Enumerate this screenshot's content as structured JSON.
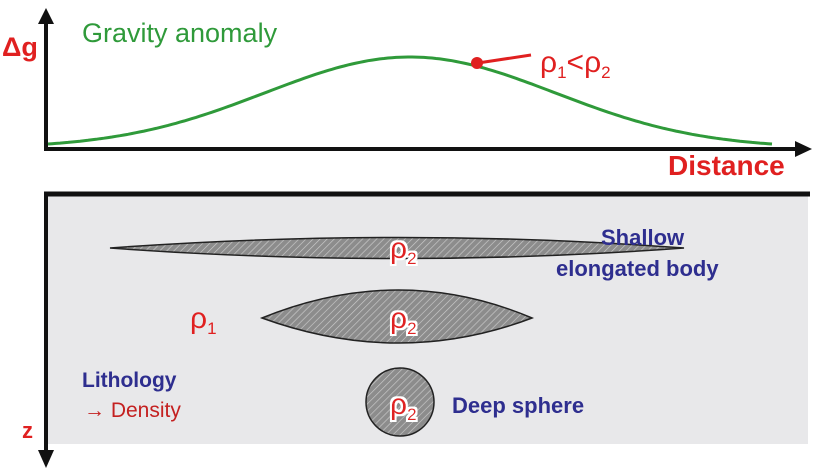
{
  "graph": {
    "y_axis_label": "Δg",
    "x_axis_label": "Distance",
    "curve_label": "Gravity anomaly",
    "annotation_rho": "ρ",
    "annotation_sub1": "1",
    "annotation_lt": "<",
    "annotation_sub2": "2"
  },
  "section": {
    "depth_axis_label": "z",
    "lithology_line1": "Lithology",
    "lithology_line2": "→ Density",
    "host_rho": "ρ",
    "host_sub": "1",
    "bodies": [
      {
        "rho": "ρ",
        "sub": "2",
        "label_line1": "Shallow",
        "label_line2": "elongated body"
      },
      {
        "rho": "ρ",
        "sub": "2"
      },
      {
        "rho": "ρ",
        "sub": "2",
        "label_line1": "Deep sphere"
      }
    ]
  },
  "colors": {
    "curve": "#2f9a3a",
    "red": "#e02020",
    "dark_red": "#c42020",
    "navy": "#2e2e8f",
    "section_fill": "#e8e8ea",
    "body_fill": "#8a8a8a",
    "axis": "#111111"
  }
}
